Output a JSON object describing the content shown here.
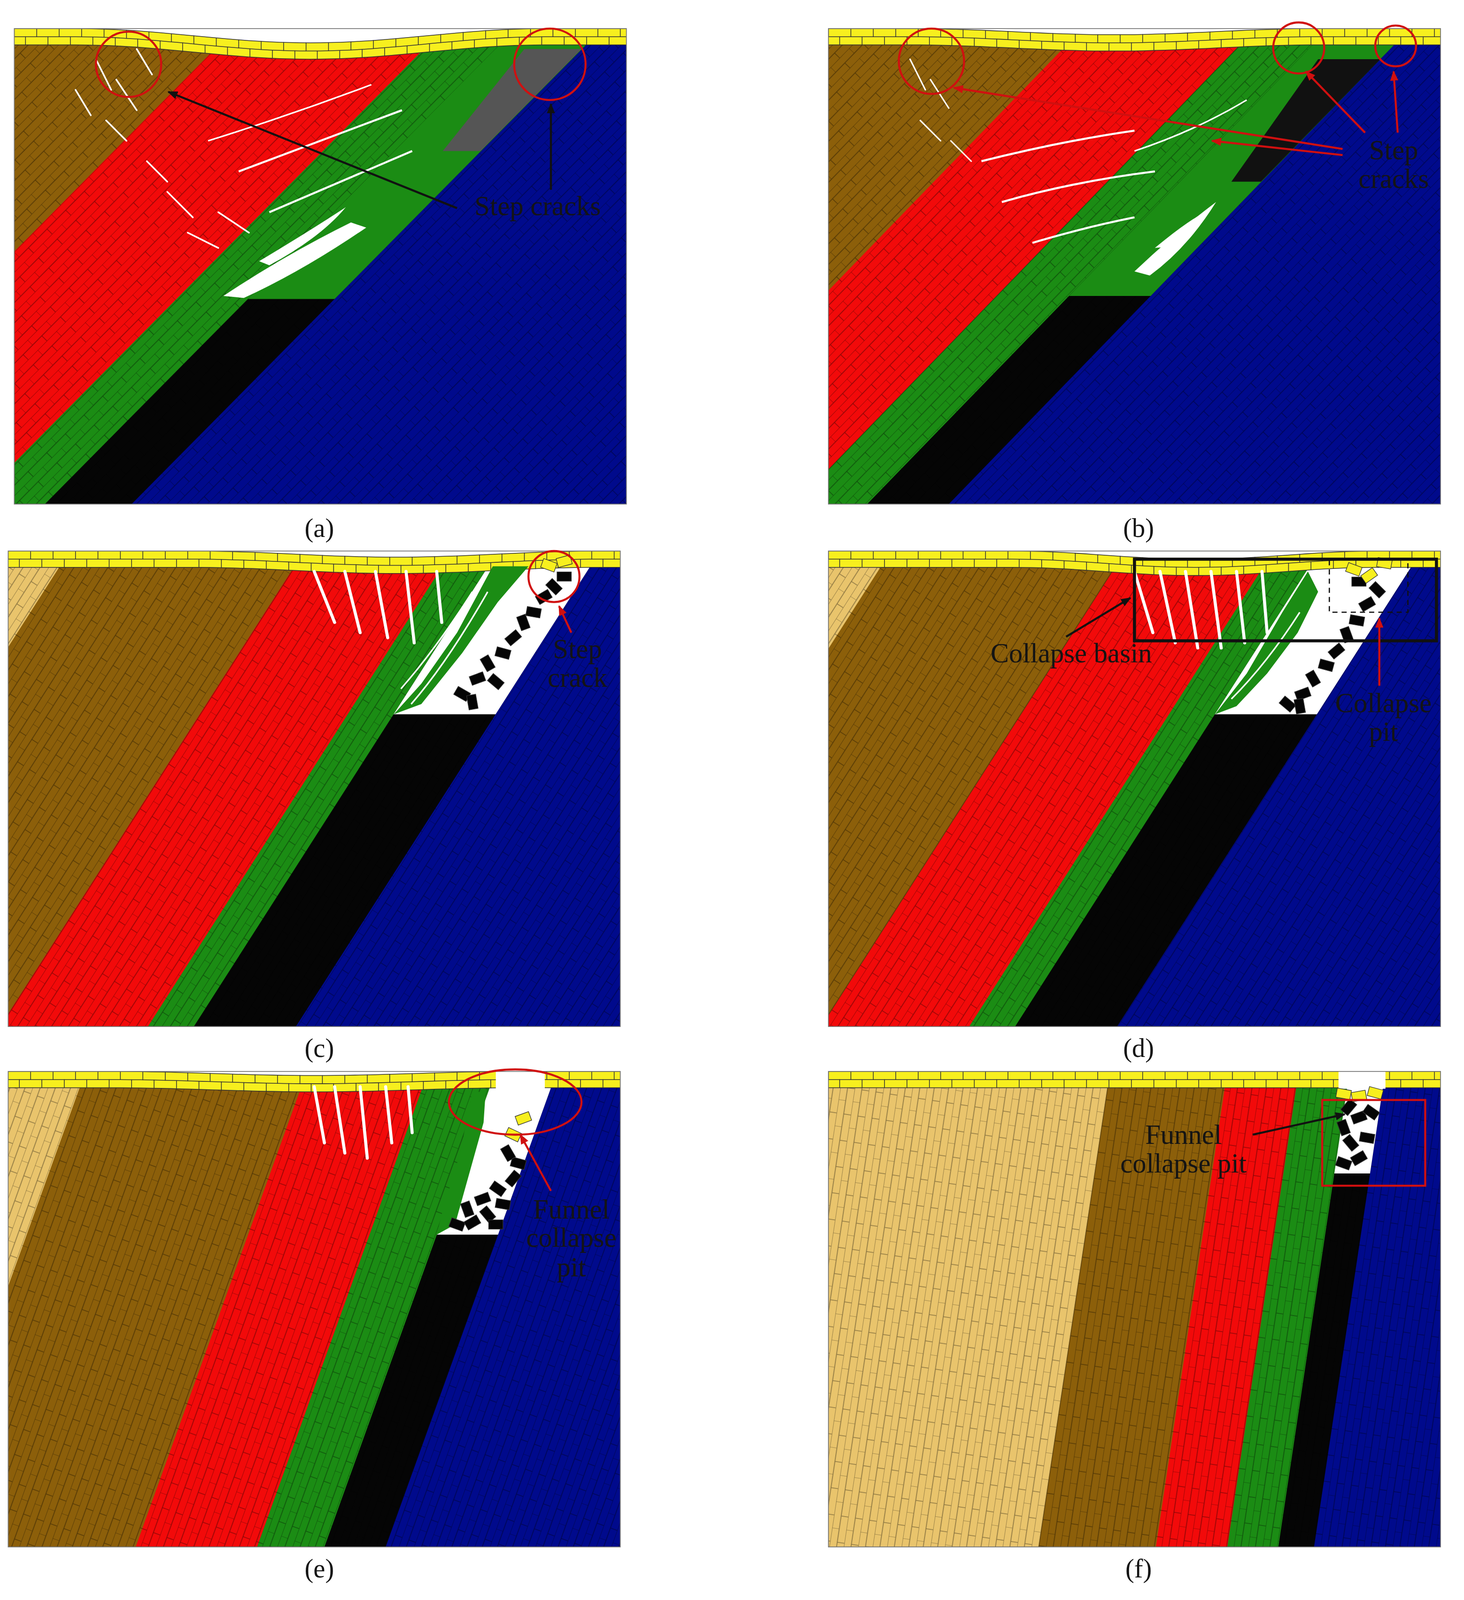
{
  "diagram": {
    "labels": [
      "(a)",
      "Step cracks",
      "(b)",
      "Step cracks",
      "(c)",
      "Step crack",
      "(d)",
      "Collapse basin",
      "Collapse pit",
      "(e)",
      "Funnel collapse pit",
      "(f)",
      "Funnel collapse pit"
    ]
  }
}
